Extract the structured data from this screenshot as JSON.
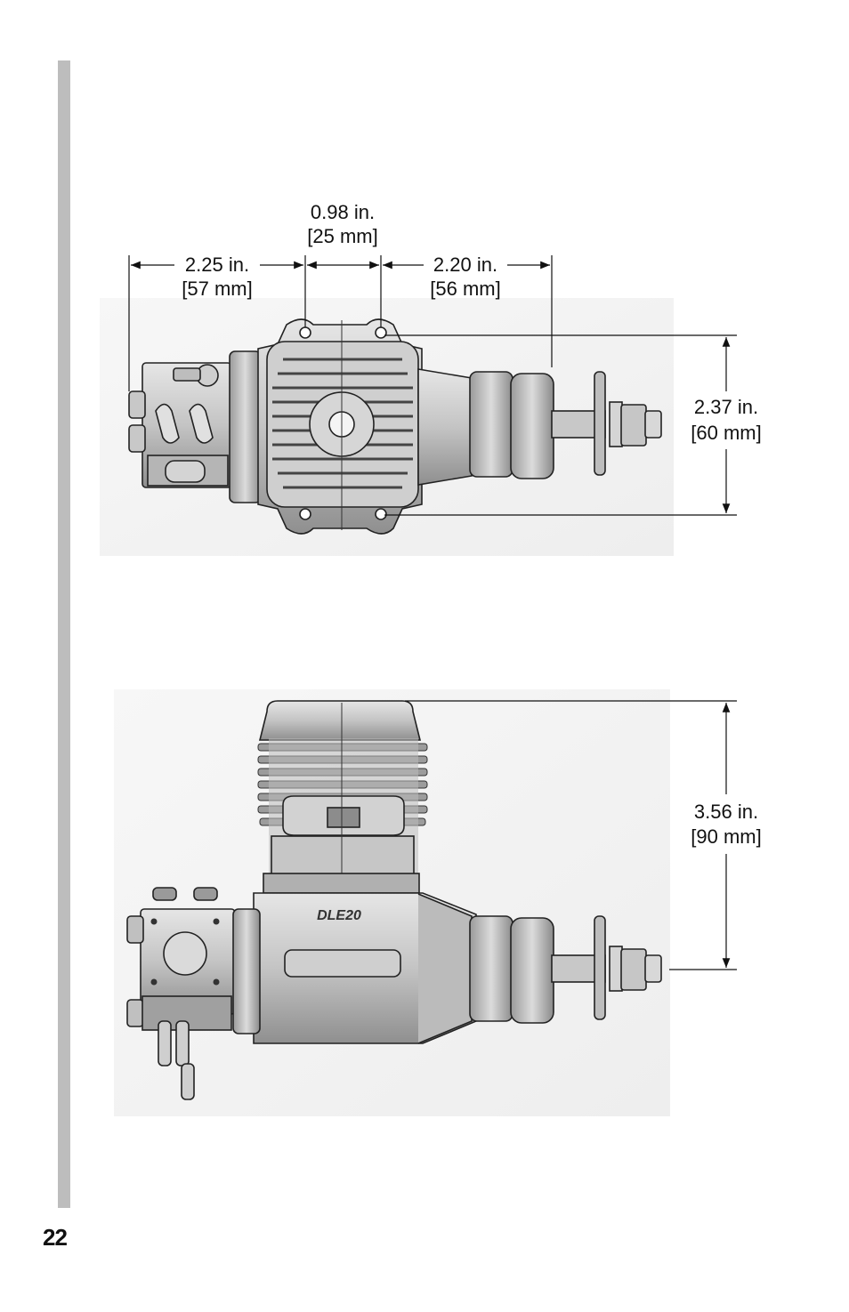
{
  "page": {
    "number": "22"
  },
  "top_view": {
    "dim_left": {
      "line1": "2.25 in.",
      "line2": "[57 mm]"
    },
    "dim_center": {
      "line1": "0.98 in.",
      "line2": "[25 mm]"
    },
    "dim_right": {
      "line1": "2.20 in.",
      "line2": "[56 mm]"
    },
    "dim_height": {
      "line1": "2.37 in.",
      "line2": "[60 mm]"
    }
  },
  "side_view": {
    "dim_height": {
      "line1": "3.56 in.",
      "line2": "[90 mm]"
    },
    "crankcase_label": "DLE20"
  },
  "colors": {
    "sidebar": "#bdbdbd",
    "engine_light": "#d9d9d9",
    "engine_mid": "#a9a9a9",
    "engine_dark": "#6e6e6e"
  }
}
